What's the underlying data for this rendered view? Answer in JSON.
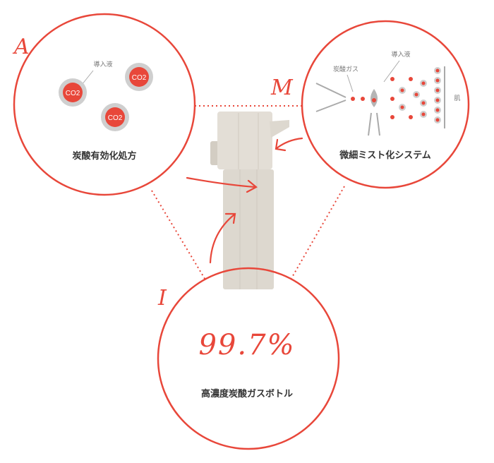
{
  "colors": {
    "accent": "#e8473a",
    "device": "#ddd8cf",
    "text": "#333333",
    "gray": "#9a9a9a"
  },
  "feature_a": {
    "letter": "A",
    "label": "炭酸有効化処方",
    "liquid_label": "導入液",
    "co2_badges": [
      "CO2",
      "CO2",
      "CO2"
    ]
  },
  "feature_m": {
    "letter": "M",
    "label": "微細ミスト化システム",
    "gas_label": "炭酸ガス",
    "liquid_label": "導入液",
    "skin_label": "肌"
  },
  "feature_i": {
    "letter": "I",
    "value": "99.7%",
    "label": "高濃度炭酸ガスボトル"
  },
  "icons": [
    "arrow-icon",
    "spray-nozzle-icon",
    "skin-surface-icon"
  ]
}
